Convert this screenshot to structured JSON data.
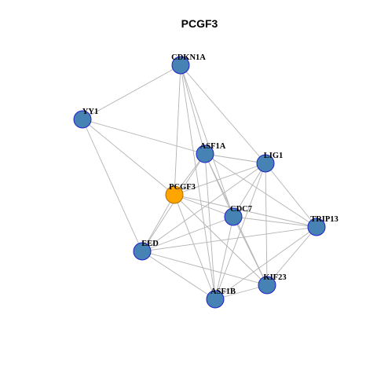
{
  "title": "PCGF3",
  "colors": {
    "node_fill": "#4682B4",
    "node_stroke": "#1f1fcc",
    "focus_fill": "#FFA500",
    "focus_stroke": "#b36b00",
    "edge": "#b3b3b3"
  },
  "graph": {
    "nodes": [
      {
        "id": "PCGF3",
        "label": "PCGF3",
        "focus": true
      },
      {
        "id": "CDKN1A",
        "label": "CDKN1A",
        "focus": false
      },
      {
        "id": "YY1",
        "label": "YY1",
        "focus": false
      },
      {
        "id": "ASF1A",
        "label": "ASF1A",
        "focus": false
      },
      {
        "id": "LIG1",
        "label": "LIG1",
        "focus": false
      },
      {
        "id": "CDC7",
        "label": "CDC7",
        "focus": false
      },
      {
        "id": "TRIP13",
        "label": "TRIP13",
        "focus": false
      },
      {
        "id": "EED",
        "label": "EED",
        "focus": false
      },
      {
        "id": "KIF23",
        "label": "KIF23",
        "focus": false
      },
      {
        "id": "ASF1B",
        "label": "ASF1B",
        "focus": false
      }
    ],
    "edges": [
      [
        "YY1",
        "CDKN1A"
      ],
      [
        "YY1",
        "ASF1A"
      ],
      [
        "YY1",
        "PCGF3"
      ],
      [
        "YY1",
        "EED"
      ],
      [
        "CDKN1A",
        "ASF1A"
      ],
      [
        "CDKN1A",
        "LIG1"
      ],
      [
        "CDKN1A",
        "PCGF3"
      ],
      [
        "CDKN1A",
        "CDC7"
      ],
      [
        "CDKN1A",
        "ASF1B"
      ],
      [
        "ASF1A",
        "LIG1"
      ],
      [
        "ASF1A",
        "PCGF3"
      ],
      [
        "ASF1A",
        "CDC7"
      ],
      [
        "ASF1A",
        "TRIP13"
      ],
      [
        "ASF1A",
        "EED"
      ],
      [
        "ASF1A",
        "ASF1B"
      ],
      [
        "ASF1A",
        "KIF23"
      ],
      [
        "LIG1",
        "PCGF3"
      ],
      [
        "LIG1",
        "CDC7"
      ],
      [
        "LIG1",
        "TRIP13"
      ],
      [
        "LIG1",
        "EED"
      ],
      [
        "LIG1",
        "ASF1B"
      ],
      [
        "LIG1",
        "KIF23"
      ],
      [
        "PCGF3",
        "CDC7"
      ],
      [
        "PCGF3",
        "TRIP13"
      ],
      [
        "PCGF3",
        "EED"
      ],
      [
        "PCGF3",
        "ASF1B"
      ],
      [
        "PCGF3",
        "KIF23"
      ],
      [
        "CDC7",
        "TRIP13"
      ],
      [
        "CDC7",
        "EED"
      ],
      [
        "CDC7",
        "ASF1B"
      ],
      [
        "CDC7",
        "KIF23"
      ],
      [
        "TRIP13",
        "EED"
      ],
      [
        "TRIP13",
        "ASF1B"
      ],
      [
        "TRIP13",
        "KIF23"
      ],
      [
        "EED",
        "ASF1B"
      ],
      [
        "EED",
        "KIF23"
      ],
      [
        "ASF1B",
        "KIF23"
      ]
    ]
  }
}
